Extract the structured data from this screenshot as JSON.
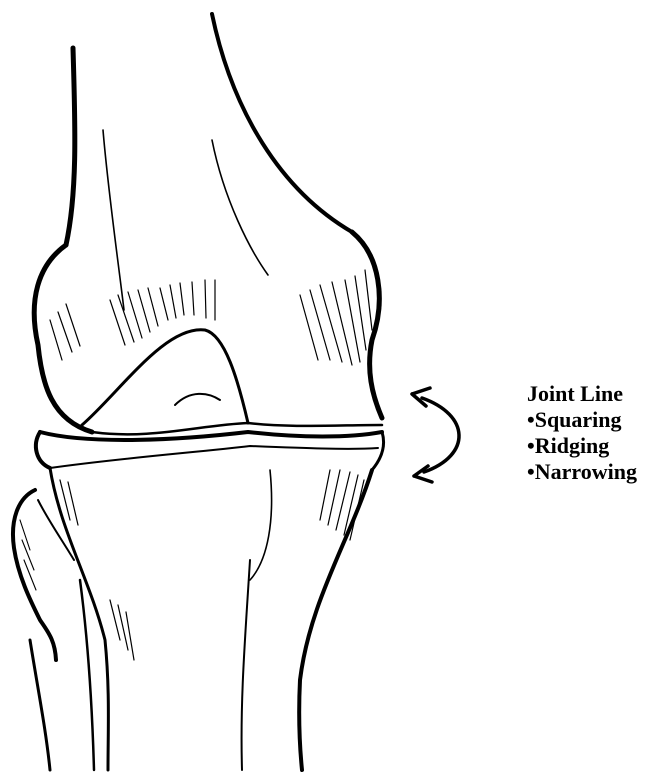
{
  "annotation": {
    "title": "Joint Line",
    "items": [
      "•Squaring",
      "•Ridging",
      "•Narrowing"
    ]
  },
  "colors": {
    "ink": "#000000",
    "paper": "#ffffff"
  },
  "icons": {
    "arrow": "curved-double-arrow-icon"
  }
}
